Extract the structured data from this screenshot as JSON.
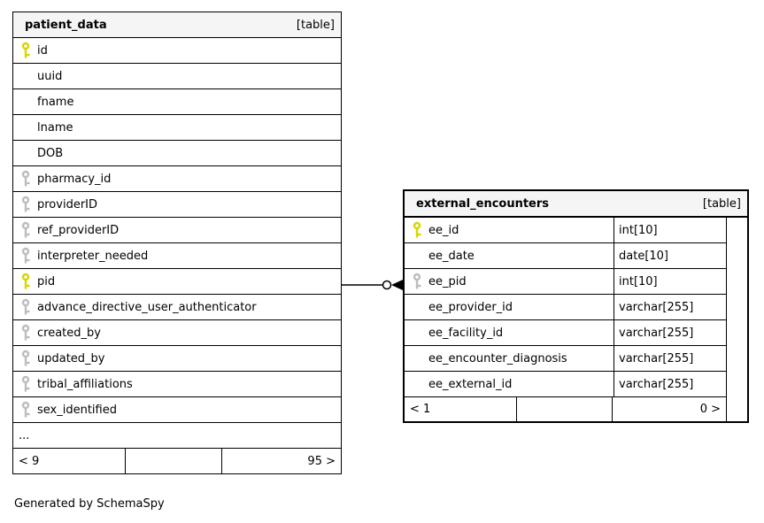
{
  "diagram": {
    "generator_note": "Generated by SchemaSpy",
    "colors": {
      "primary_key": "#d6d600",
      "index_key": "#bdbdbd",
      "header_bg": "#f5f5f5",
      "border": "#000000"
    },
    "relationship": {
      "from_table": "patient_data",
      "from_column": "pid",
      "to_table": "external_encounters",
      "to_column": "ee_pid",
      "end_style": "circle-arrow"
    },
    "tables": [
      {
        "name": "patient_data",
        "tag": "[table]",
        "columns": [
          {
            "name": "id",
            "key": "primary"
          },
          {
            "name": "uuid",
            "key": "none"
          },
          {
            "name": "fname",
            "key": "none"
          },
          {
            "name": "lname",
            "key": "none"
          },
          {
            "name": "DOB",
            "key": "none"
          },
          {
            "name": "pharmacy_id",
            "key": "index"
          },
          {
            "name": "providerID",
            "key": "index"
          },
          {
            "name": "ref_providerID",
            "key": "index"
          },
          {
            "name": "interpreter_needed",
            "key": "index"
          },
          {
            "name": "pid",
            "key": "primary"
          },
          {
            "name": "advance_directive_user_authenticator",
            "key": "index"
          },
          {
            "name": "created_by",
            "key": "index"
          },
          {
            "name": "updated_by",
            "key": "index"
          },
          {
            "name": "tribal_affiliations",
            "key": "index"
          },
          {
            "name": "sex_identified",
            "key": "index"
          },
          {
            "name": "...",
            "key": "ellipsis"
          }
        ],
        "footer": {
          "left": "< 9",
          "middle": "",
          "right": "95 >"
        }
      },
      {
        "name": "external_encounters",
        "tag": "[table]",
        "columns": [
          {
            "name": "ee_id",
            "type": "int[10]",
            "key": "primary"
          },
          {
            "name": "ee_date",
            "type": "date[10]",
            "key": "none"
          },
          {
            "name": "ee_pid",
            "type": "int[10]",
            "key": "index"
          },
          {
            "name": "ee_provider_id",
            "type": "varchar[255]",
            "key": "none"
          },
          {
            "name": "ee_facility_id",
            "type": "varchar[255]",
            "key": "none"
          },
          {
            "name": "ee_encounter_diagnosis",
            "type": "varchar[255]",
            "key": "none"
          },
          {
            "name": "ee_external_id",
            "type": "varchar[255]",
            "key": "none"
          }
        ],
        "footer": {
          "left": "< 1",
          "middle": "",
          "right": "0 >"
        }
      }
    ]
  }
}
